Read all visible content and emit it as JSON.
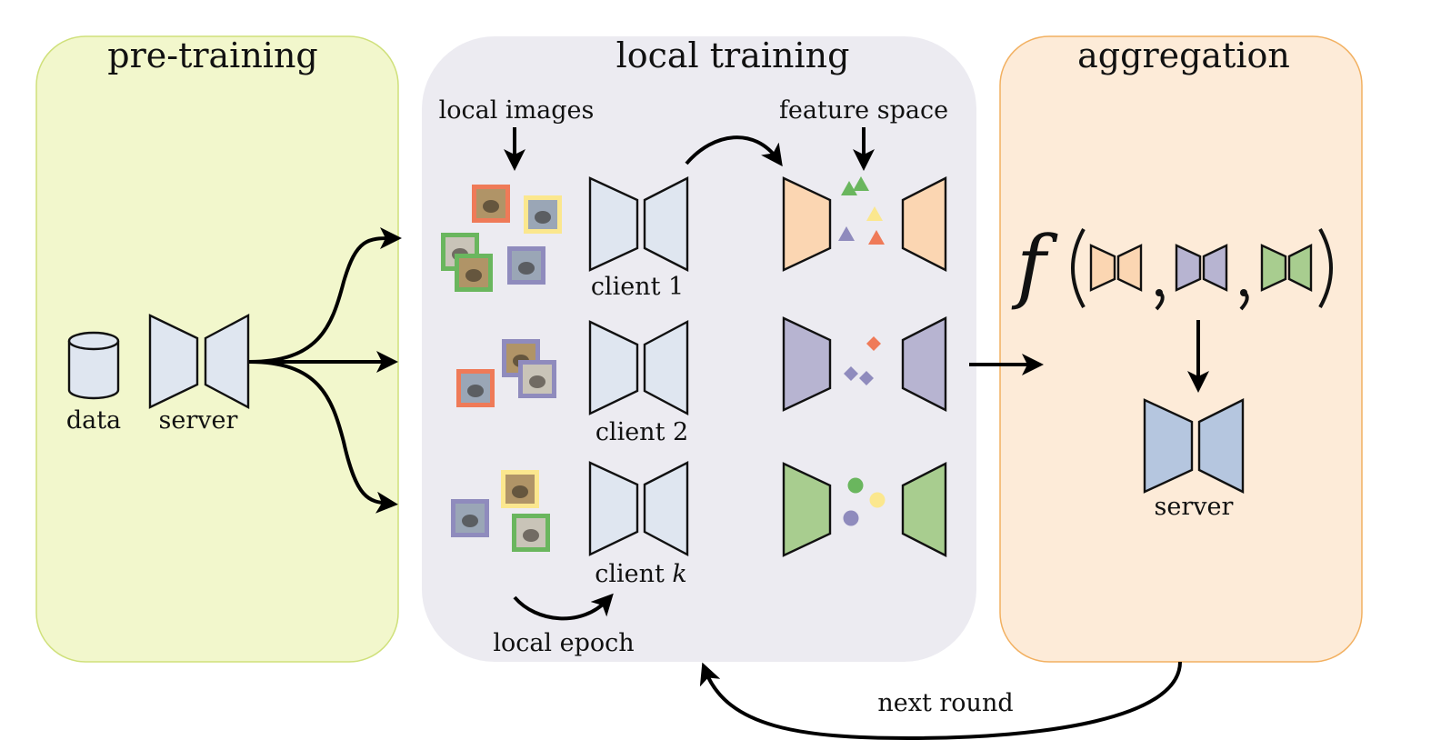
{
  "stages": {
    "pretraining": {
      "title": "pre-training",
      "data_label": "data",
      "server_label": "server"
    },
    "local_training": {
      "title": "local training",
      "local_images_label": "local images",
      "feature_space_label": "feature space",
      "clients": [
        {
          "label": "client 1"
        },
        {
          "label": "client 2"
        },
        {
          "label_prefix": "client ",
          "label_var": "k"
        }
      ],
      "local_epoch_label": "local epoch"
    },
    "aggregation": {
      "title": "aggregation",
      "function_symbol": "f",
      "server_label": "server"
    }
  },
  "next_round_label": "next round",
  "colors": {
    "pretraining_bg": "#f2f7cc",
    "pretraining_border": "#cfe07a",
    "local_bg": "#ecebf1",
    "aggregation_bg": "#fdebd8",
    "aggregation_border": "#f2b060",
    "model_light": "#dfe6f0",
    "server_model": "#b5c6df",
    "client1": "#fbd6b2",
    "client2": "#b7b4d1",
    "clientk": "#a8cd8f",
    "green": "#6ab65e",
    "purple": "#8f8bbd",
    "yellow": "#fbe78e",
    "red": "#ef7a58"
  },
  "image_frames": {
    "client1": [
      "red",
      "yellow",
      "green",
      "green",
      "purple"
    ],
    "client2": [
      "purple",
      "red",
      "purple"
    ],
    "clientk": [
      "yellow",
      "purple",
      "green"
    ]
  },
  "feature_markers": {
    "client1": {
      "shape": "triangle",
      "colors": [
        "green",
        "green",
        "yellow",
        "purple",
        "red"
      ]
    },
    "client2": {
      "shape": "diamond",
      "colors": [
        "red",
        "purple",
        "purple"
      ]
    },
    "clientk": {
      "shape": "circle",
      "colors": [
        "green",
        "yellow",
        "purple"
      ]
    }
  }
}
